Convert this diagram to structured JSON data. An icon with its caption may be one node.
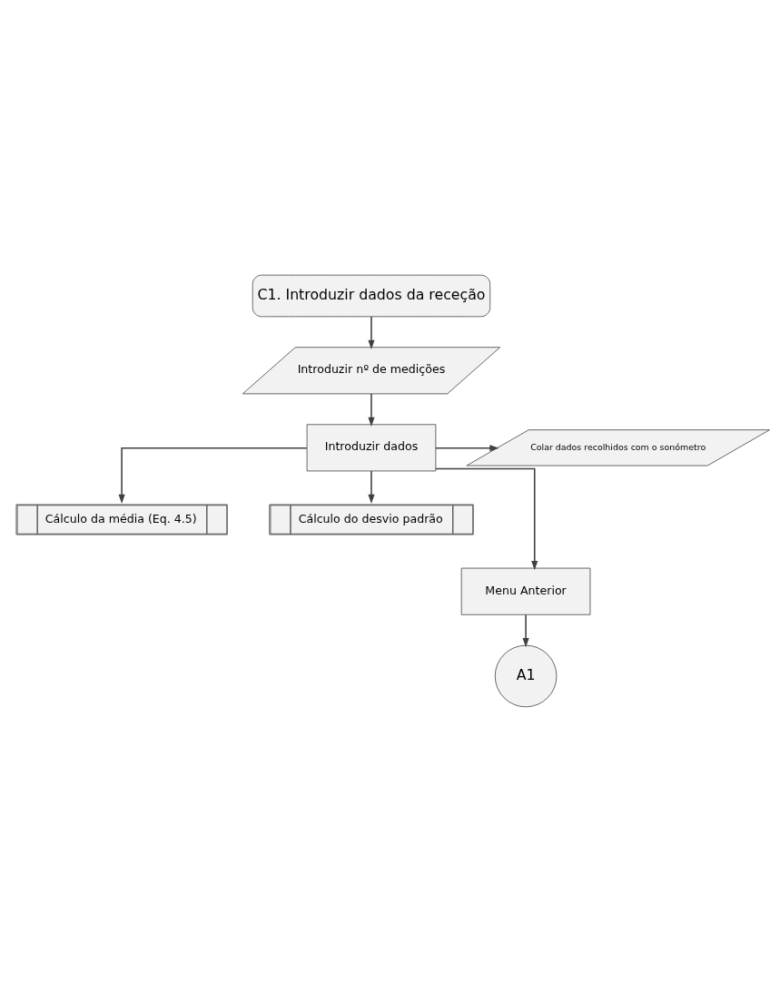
{
  "diagram": {
    "nodes": [
      {
        "text": [
          "C1. Introduzir dados da receção"
        ]
      },
      {
        "text": [
          "Introduzir nº de medições"
        ]
      },
      {
        "text": [
          "Introduzir dados"
        ]
      },
      {
        "text": [
          "Colar dados recolhidos com o sonómetro"
        ]
      },
      {
        "text": [
          "Cálculo da média (Eq. 4.5)"
        ]
      },
      {
        "text": [
          "Cálculo do desvio padrão"
        ]
      },
      {
        "text": [
          "Menu Anterior"
        ]
      },
      {
        "text": [
          "A1"
        ]
      }
    ],
    "edges": [
      {
        "from": 0,
        "to": 1,
        "arrow": "to"
      },
      {
        "from": 1,
        "to": 2,
        "arrow": "to"
      },
      {
        "from": 2,
        "to": 3,
        "arrow": "to"
      },
      {
        "from": 2,
        "to": 4,
        "arrow": "to"
      },
      {
        "from": 2,
        "to": 5,
        "arrow": "to"
      },
      {
        "from": 2,
        "to": 6,
        "arrow": "to"
      },
      {
        "from": 6,
        "to": 7,
        "arrow": "to"
      }
    ]
  }
}
